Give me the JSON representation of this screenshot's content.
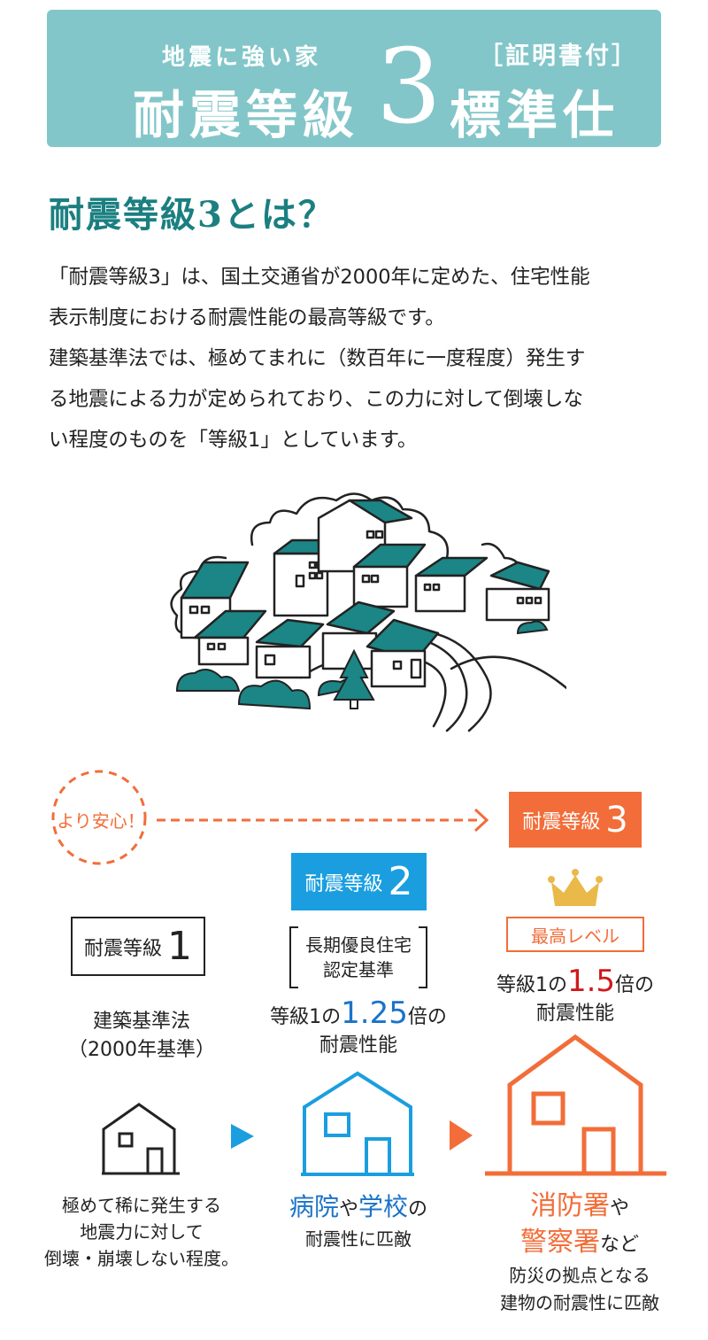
{
  "header": {
    "subtitle": "地震に強い家",
    "certificate": "［証明書付］",
    "title_left": "耐震等級",
    "title_number": "3",
    "title_right": "標準仕様"
  },
  "section": {
    "heading": "耐震等級3とは？",
    "paragraph_lines": [
      "「耐震等級3」は、国土交通省が2000年に定めた、住宅性能",
      "表示制度における耐震性能の最高等級です。",
      "建築基準法では、極めてまれに（数百年に一度程度）発生す",
      "る地震による力が定められており、この力に対して倒壊しな",
      "い程度のものを「等級1」としています。"
    ]
  },
  "comparison": {
    "reassure_label": "より安心！",
    "grade3": {
      "label": "耐震等級",
      "number": "3",
      "level": "最高レベル",
      "desc_pre": "等級1の",
      "desc_num": "1.5",
      "desc_post": "倍の",
      "desc_line2": "耐震性能",
      "equiv_a": "消防署",
      "equiv_a_suffix": "や",
      "equiv_b": "警察署",
      "equiv_b_suffix": "など",
      "equiv_line3": "防災の拠点となる",
      "equiv_line4": "建物の耐震性に匹敵"
    },
    "grade2": {
      "label": "耐震等級",
      "number": "2",
      "standard_line1": "長期優良住宅",
      "standard_line2": "認定基準",
      "desc_pre": "等級1の",
      "desc_num": "1.25",
      "desc_post": "倍の",
      "desc_line2": "耐震性能",
      "equiv_a": "病院",
      "equiv_mid": "や",
      "equiv_b": "学校",
      "equiv_suffix": "の",
      "equiv_line2": "耐震性に匹敵"
    },
    "grade1": {
      "label": "耐震等級",
      "number": "1",
      "basis_line1": "建築基準法",
      "basis_line2": "（2000年基準）",
      "desc_line1": "極めて稀に発生する",
      "desc_line2": "地震力に対して",
      "desc_line3": "倒壊・崩壊しない程度。"
    }
  },
  "colors": {
    "teal_banner": "#82c6c9",
    "teal_text": "#1b7f80",
    "house_teal": "#1c8585",
    "orange": "#f26d39",
    "blue": "#1a9ee0",
    "red": "#d0191b"
  }
}
